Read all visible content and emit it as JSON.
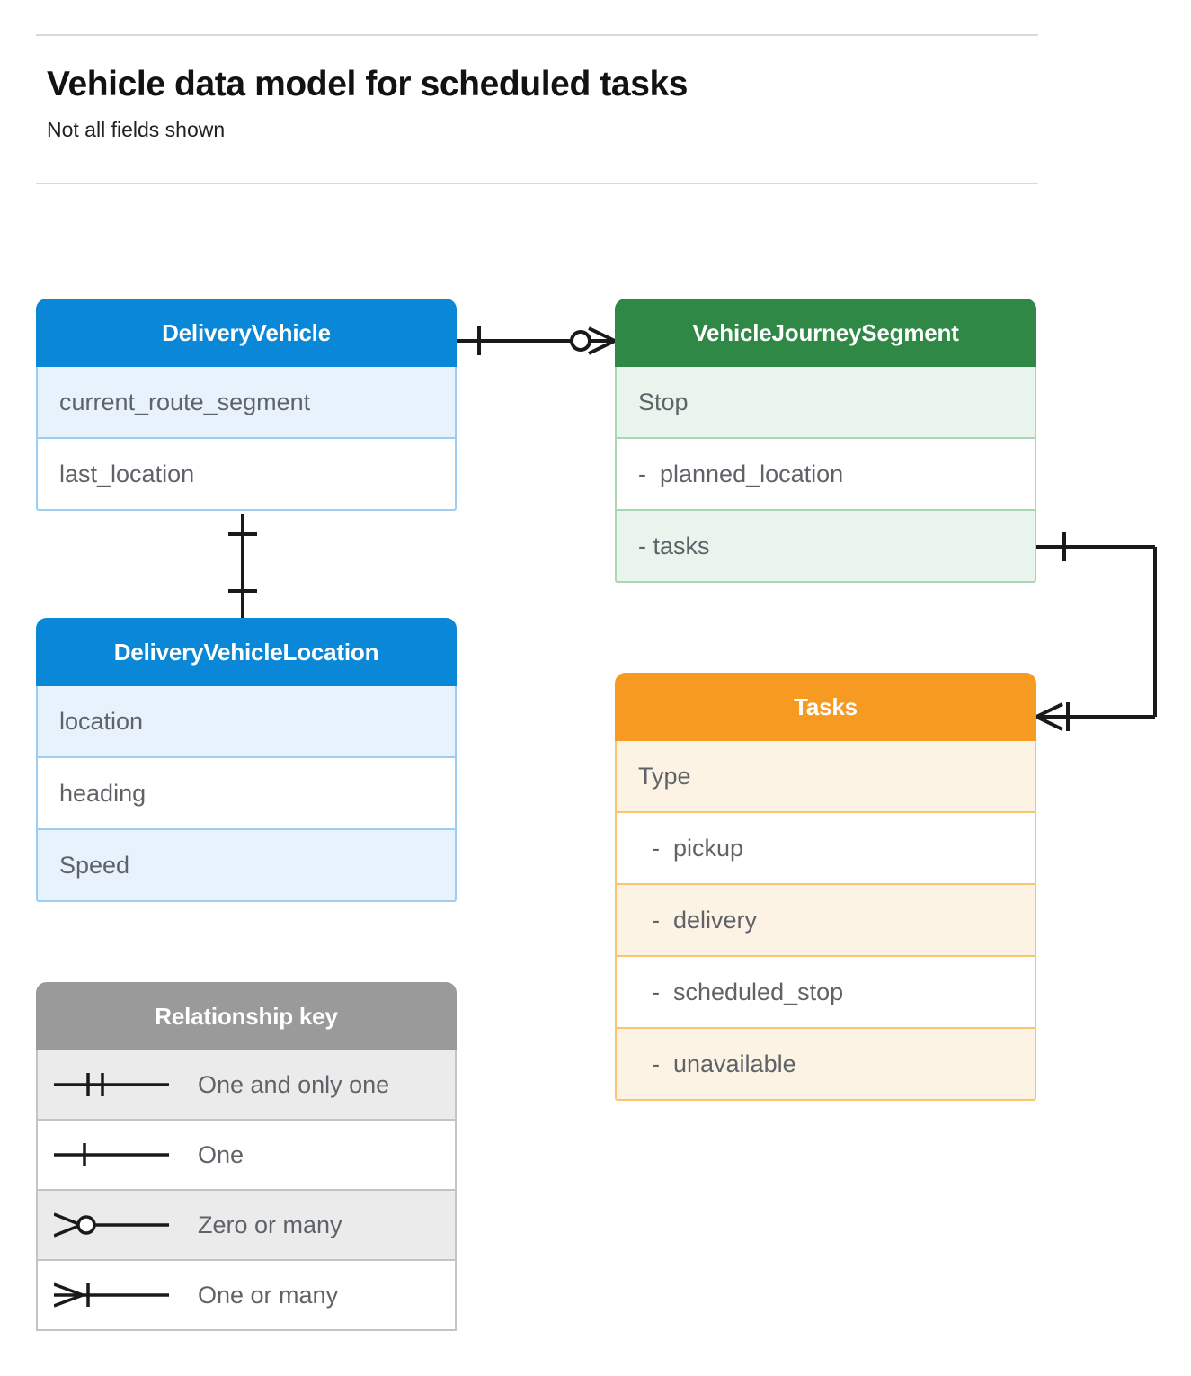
{
  "header": {
    "title": "Vehicle data model for scheduled tasks",
    "subtitle": "Not all fields shown"
  },
  "colors": {
    "blue": "#0a87d6",
    "blue_row": "#e8f2fd",
    "blue_border": "#9ccdf2",
    "green": "#2f8845",
    "green_row": "#e8f4ec",
    "green_border": "#a9d7b4",
    "orange": "#f79a22",
    "orange_row": "#fdf3e4",
    "orange_border": "#fbc46a",
    "gray": "#9a9a9a",
    "gray_row": "#ebebeb",
    "gray_border": "#c4c4c4",
    "text": "#5f6368",
    "line": "#1a1a1a"
  },
  "entities": [
    {
      "name": "DeliveryVehicle",
      "rows": [
        "current_route_segment",
        "last_location"
      ]
    },
    {
      "name": "VehicleJourneySegment",
      "rows": [
        "Stop",
        "-  planned_location",
        "- tasks"
      ]
    },
    {
      "name": "DeliveryVehicleLocation",
      "rows": [
        "location",
        "heading",
        "Speed"
      ]
    },
    {
      "name": "Tasks",
      "rows": [
        "Type",
        "  -  pickup",
        "  -  delivery",
        "  -  scheduled_stop",
        "  -  unavailable"
      ]
    }
  ],
  "legend": {
    "title": "Relationship key",
    "items": [
      {
        "symbol": "one-and-only-one-icon",
        "label": "One and only one"
      },
      {
        "symbol": "one-icon",
        "label": "One"
      },
      {
        "symbol": "zero-or-many-icon",
        "label": "Zero or many"
      },
      {
        "symbol": "one-or-many-icon",
        "label": "One or many"
      }
    ]
  },
  "relationships": [
    {
      "from": "DeliveryVehicle",
      "to": "VehicleJourneySegment",
      "from_notation": "One",
      "to_notation": "Zero or many"
    },
    {
      "from": "DeliveryVehicle",
      "to": "DeliveryVehicleLocation",
      "from_notation": "One",
      "to_notation": "One"
    },
    {
      "from": "VehicleJourneySegment.tasks",
      "to": "Tasks",
      "from_notation": "One",
      "to_notation": "One or many"
    }
  ]
}
